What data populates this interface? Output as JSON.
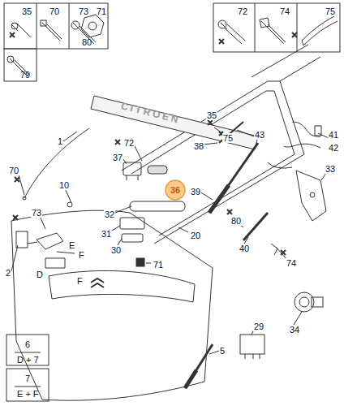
{
  "diagram": {
    "labels": [
      "35",
      "70",
      "73",
      "71",
      "80",
      "79",
      "72",
      "74",
      "75",
      "CITROEN",
      "1",
      "72",
      "37",
      "36",
      "35",
      "75",
      "43",
      "41",
      "38",
      "42",
      "70",
      "10",
      "39",
      "33",
      "73",
      "32",
      "20",
      "80",
      "31",
      "2",
      "E",
      "30",
      "40",
      "74",
      "D",
      "F",
      "71",
      "F",
      "5",
      "34",
      "29",
      "6",
      "D + 7",
      "7",
      "E + F"
    ]
  }
}
